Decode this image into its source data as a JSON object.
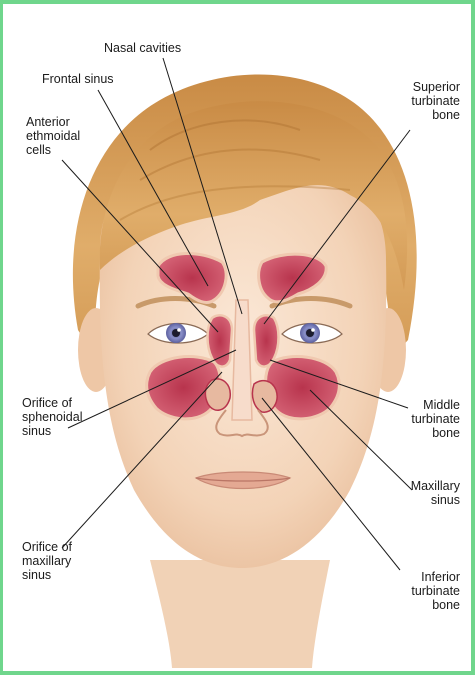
{
  "labels": {
    "nasal_cavities": "Nasal cavities",
    "frontal_sinus": "Frontal sinus",
    "anterior_ethmoidal_cells": [
      "Anterior",
      "ethmoidal",
      "cells"
    ],
    "superior_turbinate_bone": [
      "Superior",
      "turbinate",
      "bone"
    ],
    "orifice_of_sphenoidal_sinus": [
      "Orifice of",
      "sphenoidal",
      "sinus"
    ],
    "middle_turbinate_bone": [
      "Middle",
      "turbinate",
      "bone"
    ],
    "maxillary_sinus": [
      "Maxillary",
      "sinus"
    ],
    "orifice_of_maxillary_sinus": [
      "Orifice of",
      "maxillary",
      "sinus"
    ],
    "inferior_turbinate_bone": [
      "Inferior",
      "turbinate",
      "bone"
    ]
  },
  "colors": {
    "frame": "#6fd68c",
    "hair": "#d9a25f",
    "skin": "#f6dcc4",
    "sinus": "#c9445c",
    "leader_line": "#1b1b1b"
  }
}
